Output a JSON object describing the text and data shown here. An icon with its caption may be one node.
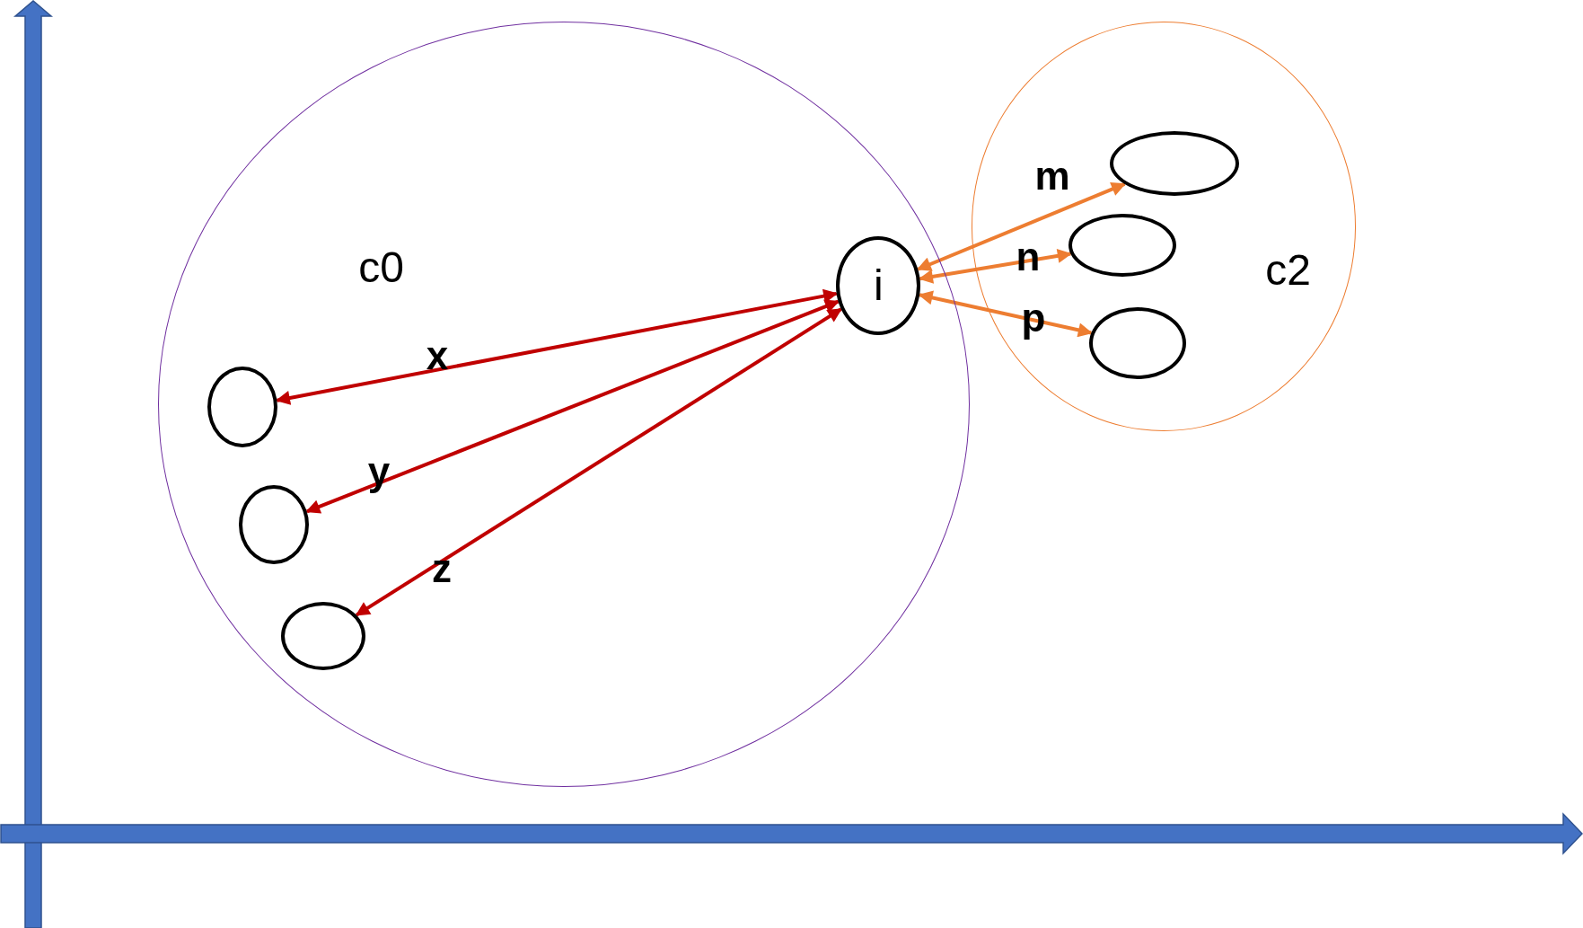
{
  "diagram": {
    "nodes": [
      {
        "text": [
          "c0"
        ]
      },
      {
        "text": [
          "i"
        ],
        "in": 0
      },
      {
        "text": [],
        "shape": "circle",
        "in": 0
      },
      {
        "text": [],
        "shape": "circle",
        "in": 0
      },
      {
        "text": [],
        "shape": "circle",
        "in": 0
      },
      {
        "text": [
          "c2"
        ]
      },
      {
        "text": [],
        "shape": "circle",
        "in": 5
      },
      {
        "text": [],
        "shape": "circle",
        "in": 5
      },
      {
        "text": [],
        "shape": "circle",
        "in": 5
      }
    ],
    "edges": [
      {
        "from": 1,
        "to": 2,
        "arrow": "both",
        "label": "x",
        "color": "#c00000"
      },
      {
        "from": 1,
        "to": 3,
        "arrow": "both",
        "label": "y",
        "color": "#c00000"
      },
      {
        "from": 1,
        "to": 4,
        "arrow": "both",
        "label": "z",
        "color": "#c00000"
      },
      {
        "from": 1,
        "to": 6,
        "arrow": "both",
        "label": "m",
        "color": "#ed7d31"
      },
      {
        "from": 1,
        "to": 7,
        "arrow": "both",
        "label": "n",
        "color": "#ed7d31"
      },
      {
        "from": 1,
        "to": 8,
        "arrow": "both",
        "label": "p",
        "color": "#ed7d31"
      }
    ]
  }
}
